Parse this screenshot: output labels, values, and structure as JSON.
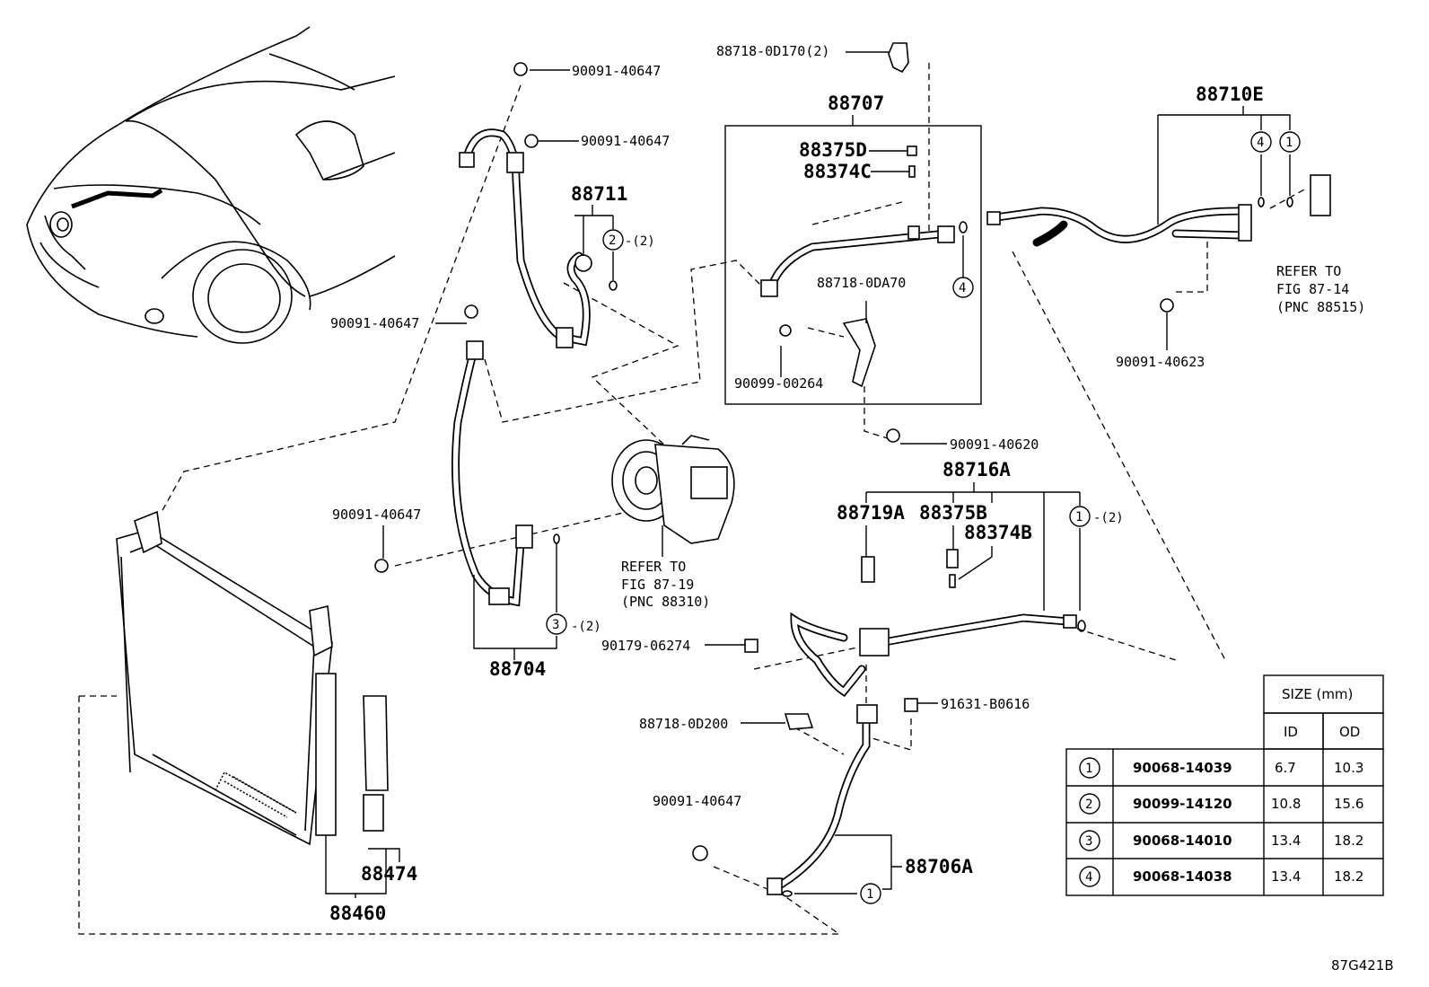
{
  "diagram_id": "87G421B",
  "labels": {
    "p88718_0d170": "88718-0D170(2)",
    "p90091_40647_a": "90091-40647",
    "p90091_40647_b": "90091-40647",
    "p88711": "88711",
    "p88711_qty": "-(2)",
    "p90091_40647_c": "90091-40647",
    "p90091_40647_d": "90091-40647",
    "p88704": "88704",
    "p88704_qty": "-(2)",
    "p88707": "88707",
    "p88375d": "88375D",
    "p88374c": "88374C",
    "p88718_0da70": "88718-0DA70",
    "p90099_00264": "90099-00264",
    "p90091_40620": "90091-40620",
    "p88710e": "88710E",
    "p90091_40623": "90091-40623",
    "refer_1914_a": "REFER TO",
    "refer_1914_b": "FIG 87-19",
    "refer_1914_c": "(PNC 88310)",
    "refer_1414_a": "REFER TO",
    "refer_1414_b": "FIG 87-14",
    "refer_1414_c": "(PNC 88515)",
    "p88716a": "88716A",
    "p88719a": "88719A",
    "p88375b": "88375B",
    "p88374b": "88374B",
    "p88716a_qty": "-(2)",
    "p90179_06274": "90179-06274",
    "p88718_0d200": "88718-0D200",
    "p91631_b0616": "91631-B0616",
    "p90091_40647_e": "90091-40647",
    "p88706a": "88706A",
    "p88474": "88474",
    "p88460": "88460"
  },
  "callouts": {
    "c1": "1",
    "c2": "2",
    "c3": "3",
    "c4": "4"
  },
  "size_table": {
    "header_size": "SIZE (mm)",
    "header_id": "ID",
    "header_od": "OD",
    "rows": [
      {
        "num": "1",
        "part": "90068-14039",
        "id": "6.7",
        "od": "10.3"
      },
      {
        "num": "2",
        "part": "90099-14120",
        "id": "10.8",
        "od": "15.6"
      },
      {
        "num": "3",
        "part": "90068-14010",
        "id": "13.4",
        "od": "18.2"
      },
      {
        "num": "4",
        "part": "90068-14038",
        "id": "13.4",
        "od": "18.2"
      }
    ]
  }
}
